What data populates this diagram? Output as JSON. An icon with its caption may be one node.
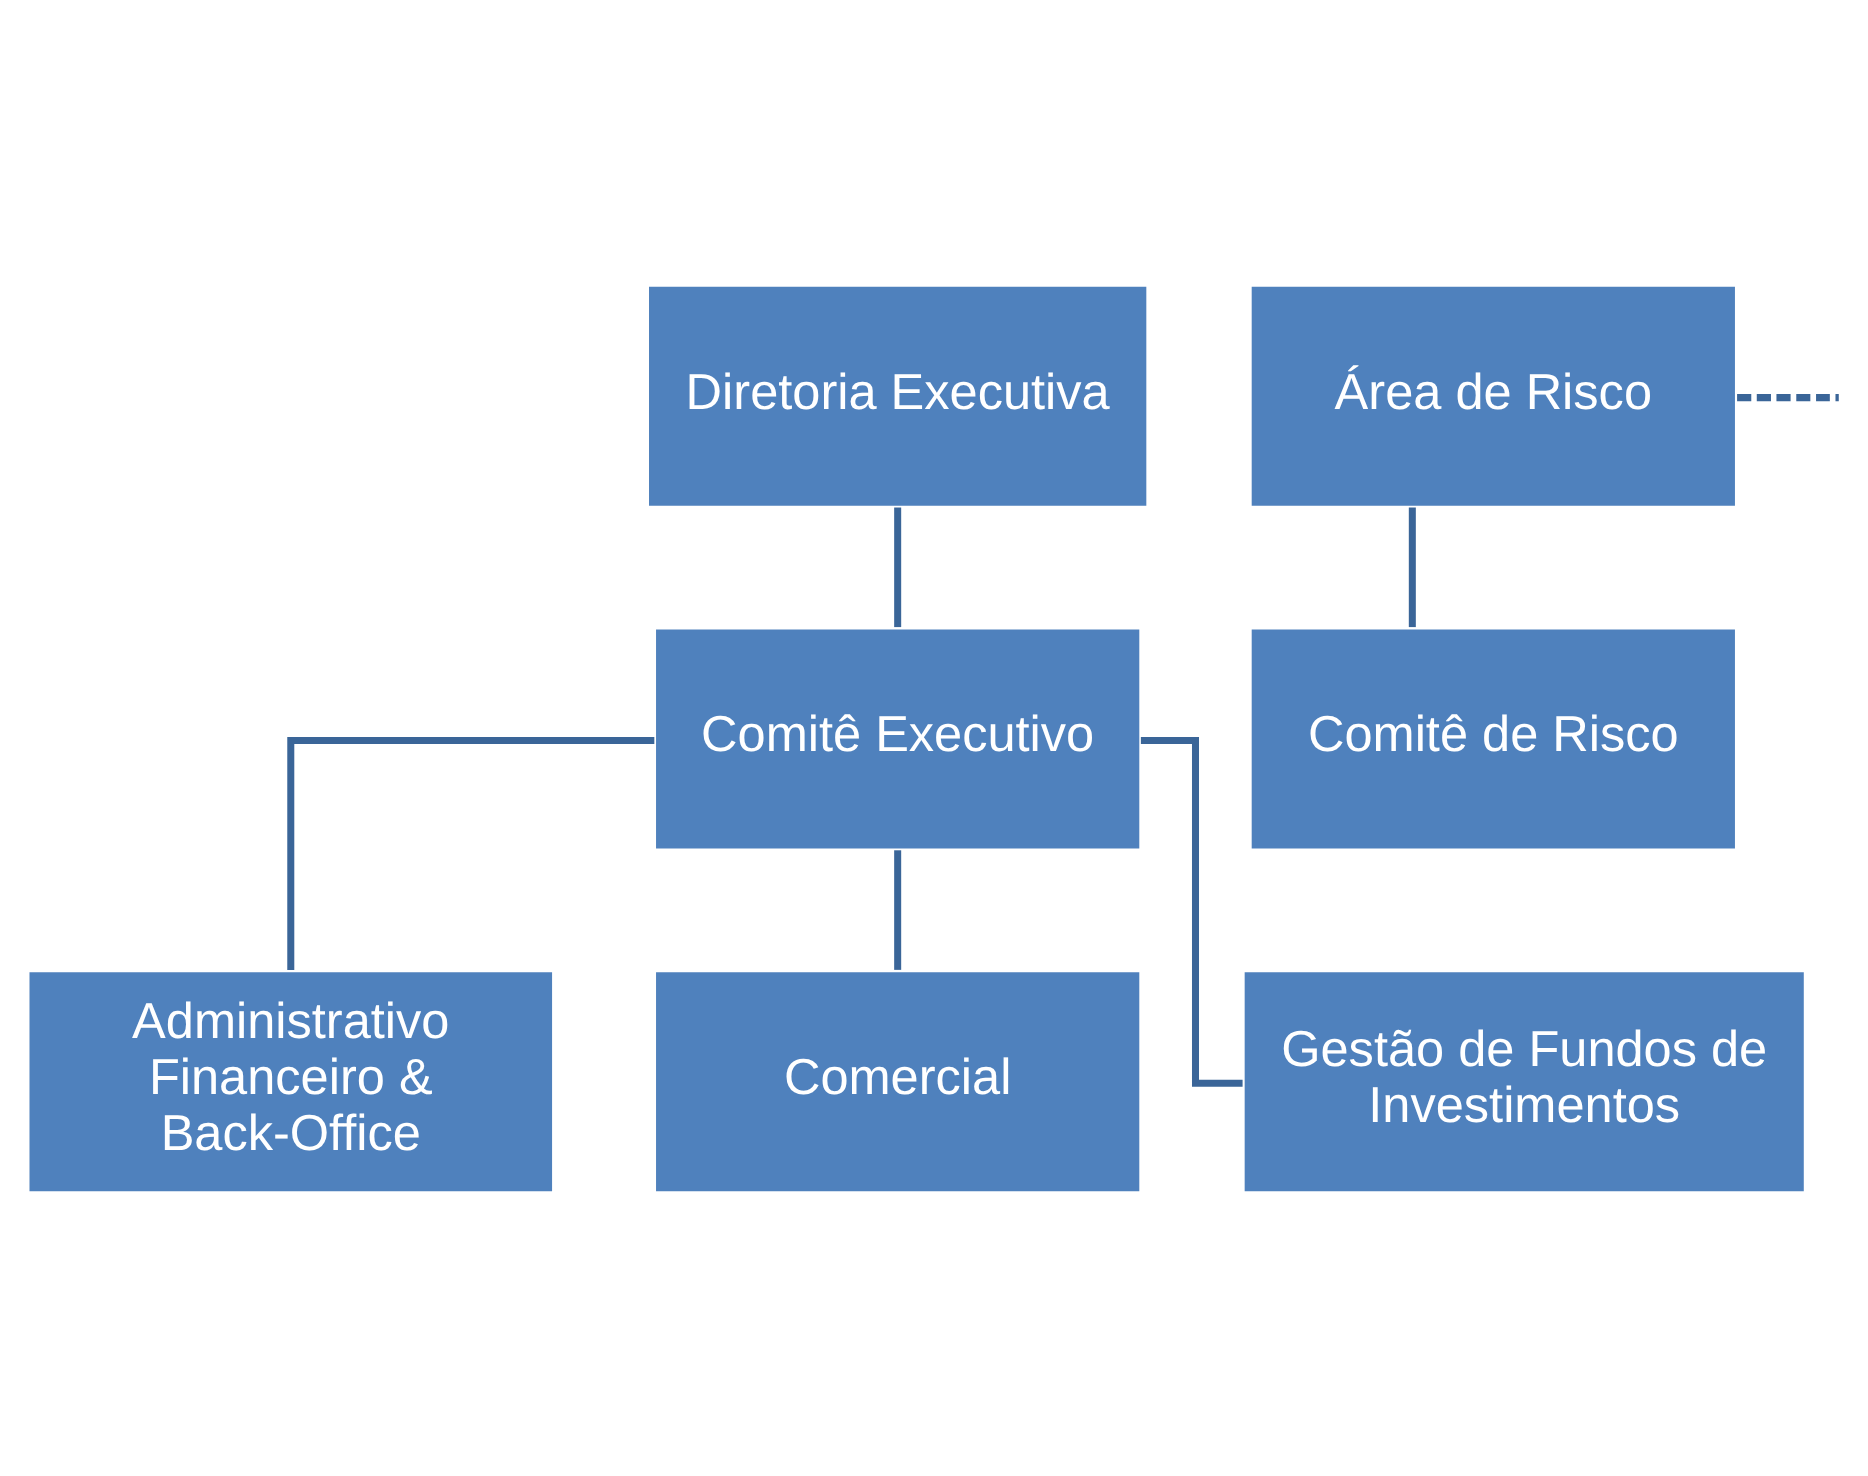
{
  "diagram": {
    "nodes": [
      {
        "text": [
          "Diretoria Executiva"
        ]
      },
      {
        "text": [
          "Área de Risco"
        ]
      },
      {
        "text": [
          "Comitê Executivo"
        ]
      },
      {
        "text": [
          "Comitê de Risco"
        ]
      },
      {
        "text": [
          "Administrativo Financeiro & Back-Office"
        ]
      },
      {
        "text": [
          "Comercial"
        ]
      },
      {
        "text": [
          "Gestão de Fundos de Investimentos"
        ]
      }
    ],
    "edges": [
      {
        "from": 0,
        "to": 2,
        "arrow": "none"
      },
      {
        "from": 1,
        "to": null,
        "arrow": "none",
        "style": "dashed"
      },
      {
        "from": 1,
        "to": 3,
        "arrow": "none"
      },
      {
        "from": 2,
        "to": 4,
        "arrow": "none"
      },
      {
        "from": 2,
        "to": 5,
        "arrow": "none"
      },
      {
        "from": 2,
        "to": 6,
        "arrow": "none"
      }
    ]
  }
}
